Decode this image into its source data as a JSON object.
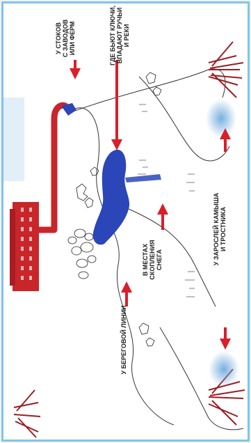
{
  "labels": {
    "factories": [
      "У СТОКОВ",
      "С ЗАВОДОВ",
      "ИЛИ ФЕРМ"
    ],
    "springs": [
      "ГДЕ БЬЮТ КЛЮЧИ,",
      "ВПАДАЮТ РУЧЬИ",
      "И РЕКИ"
    ],
    "snow": [
      "В МЕСТАХ",
      "СКОПЛЕНИЯ",
      "СНЕГА"
    ],
    "reeds": [
      "У ЗАРОСЛЕЙ КАМЫША",
      "И ТРОСТНИКА"
    ],
    "shore": [
      "У БЕРЕГОВОЙ ЛИНИИ"
    ]
  },
  "colors": {
    "arrow": "#d91f2a",
    "water": "#2a46b8",
    "reed": "#9a1e22",
    "factory": "#c8262b",
    "frame": "#7fc4ec"
  }
}
